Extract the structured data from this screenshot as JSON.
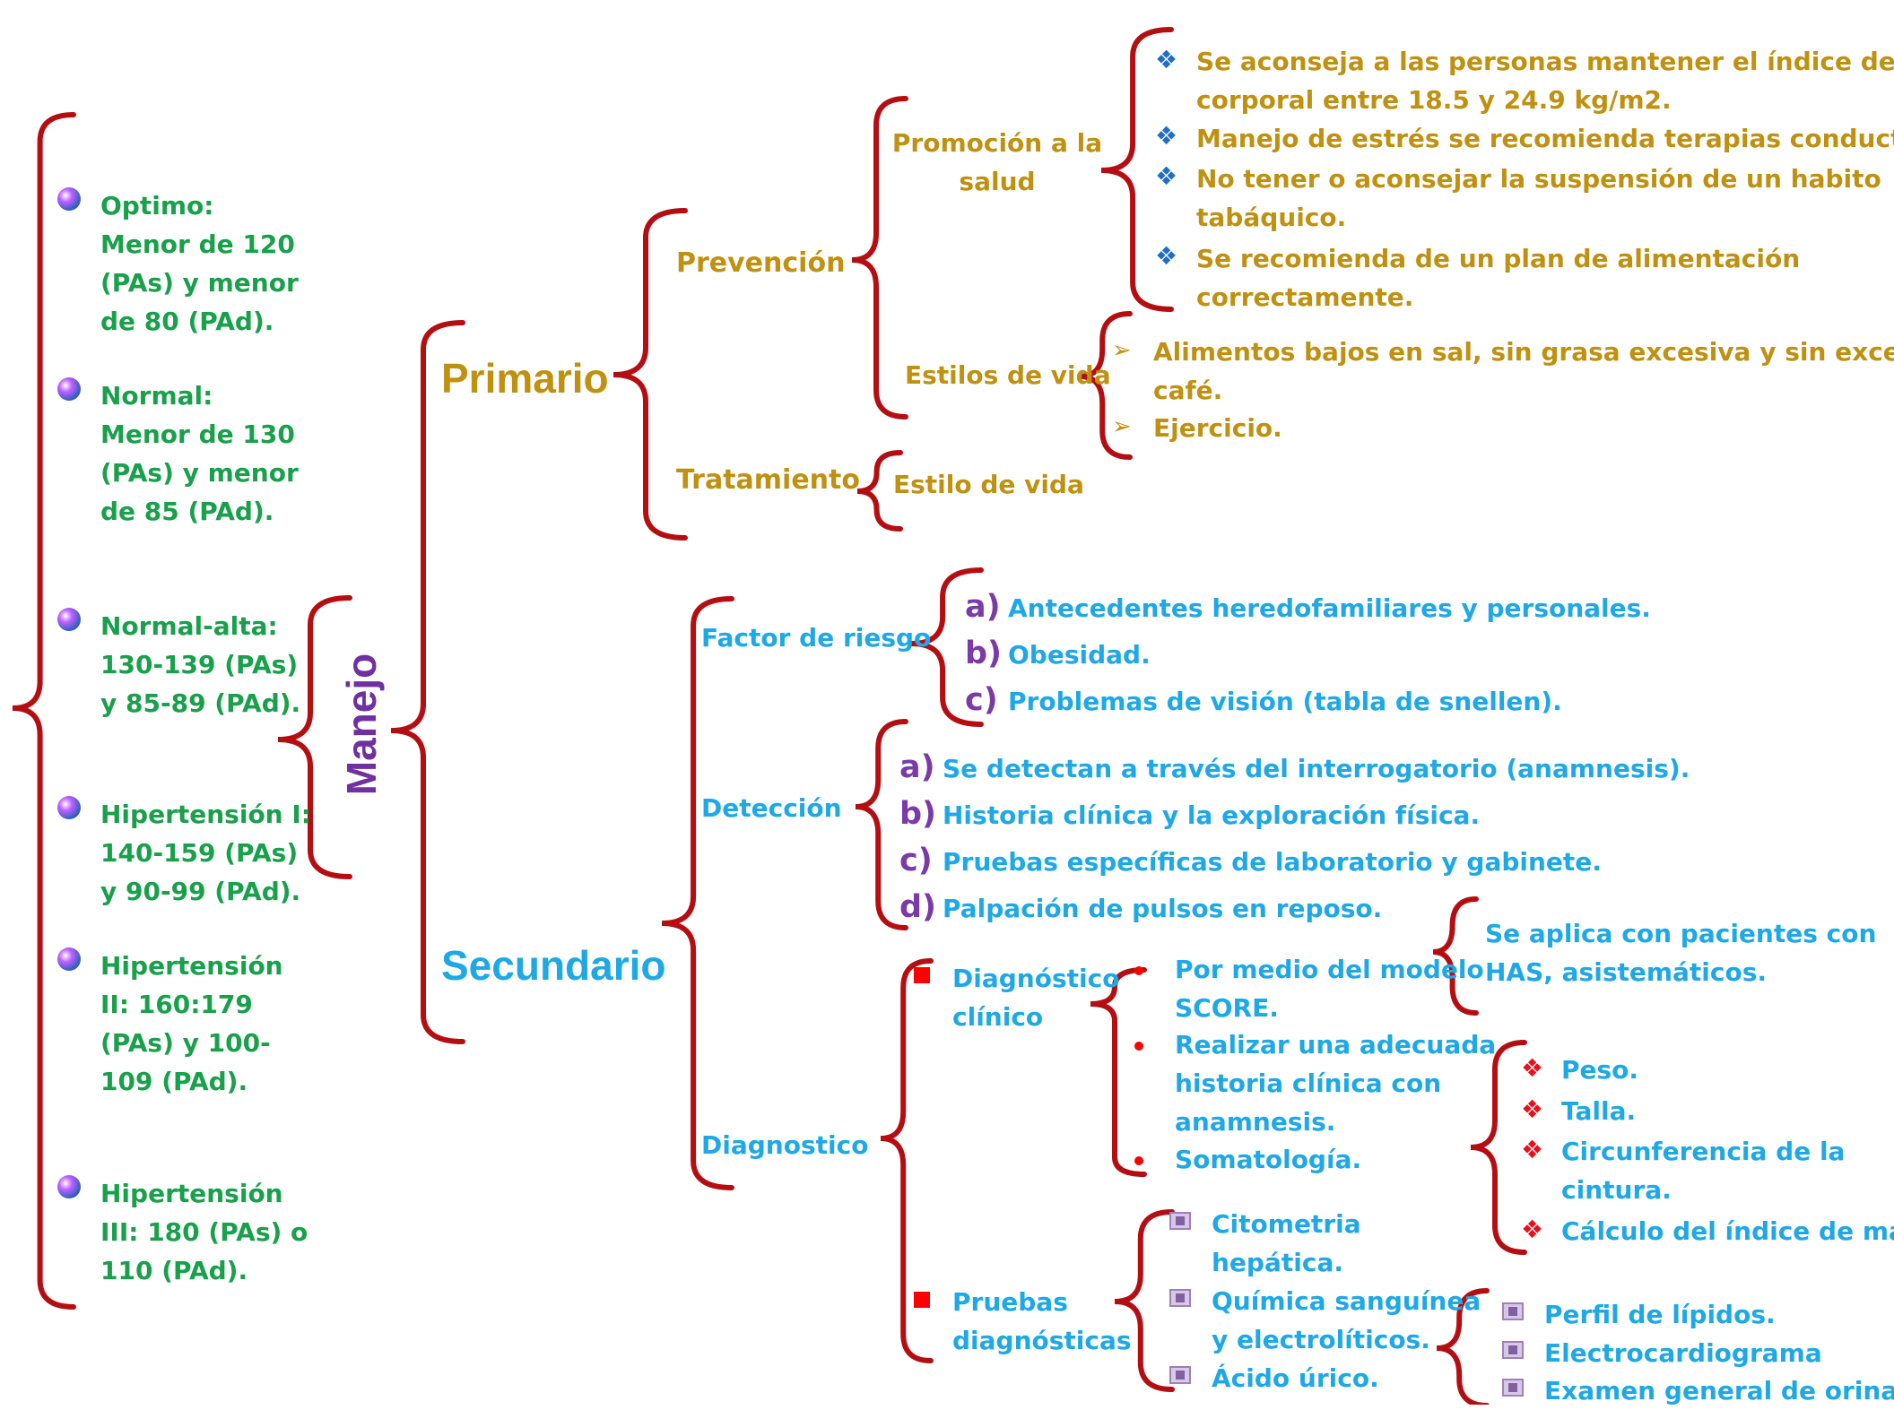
{
  "colors": {
    "brace": "#b50e12",
    "green": "#18a04a",
    "gold": "#c09010",
    "blue": "#1ea8e6",
    "purple": "#7030a0",
    "red": "#ff0000"
  },
  "classification": [
    {
      "icon": "orb-icon",
      "lines": [
        "Optimo:",
        "Menor de 120",
        "(PAs) y menor",
        "de 80 (PAd)."
      ]
    },
    {
      "icon": "orb-icon",
      "lines": [
        "Normal:",
        "Menor de 130",
        "(PAs) y menor",
        "de 85 (PAd)."
      ]
    },
    {
      "icon": "orb-icon",
      "lines": [
        "Normal-alta:",
        "130-139 (PAs)",
        "y 85-89 (PAd)."
      ]
    },
    {
      "icon": "orb-icon",
      "lines": [
        "Hipertensión I:",
        "140-159 (PAs)",
        "y 90-99 (PAd)."
      ]
    },
    {
      "icon": "orb-icon",
      "lines": [
        "Hipertensión",
        "II: 160:179",
        "(PAs) y 100-",
        "109 (PAd)."
      ]
    },
    {
      "icon": "orb-icon",
      "lines": [
        "Hipertensión",
        "III: 180 (PAs) o",
        "110 (PAd)."
      ]
    }
  ],
  "manejo": "Manejo",
  "primario": {
    "title": "Primario",
    "prevencion": {
      "title": "Prevención",
      "promocion": {
        "title": [
          "Promoción a la",
          "salud"
        ],
        "items": [
          {
            "icon": "diamond-icon",
            "lines": [
              "Se aconseja a las personas mantener el índice de masa",
              "corporal entre 18.5 y 24.9 kg/m2."
            ]
          },
          {
            "icon": "diamond-icon",
            "lines": [
              "Manejo de estrés se recomienda terapias conductuales."
            ]
          },
          {
            "icon": "diamond-icon",
            "lines": [
              "No tener o aconsejar la suspensión de un habito",
              "tabáquico."
            ]
          },
          {
            "icon": "diamond-icon",
            "lines": [
              "Se recomienda de un plan de alimentación",
              "correctamente."
            ]
          }
        ]
      },
      "estilos": {
        "title": "Estilos de vida",
        "items": [
          {
            "icon": "arrow-icon",
            "lines": [
              "Alimentos bajos en sal, sin grasa excesiva y sin exceso de",
              "café."
            ]
          },
          {
            "icon": "arrow-icon",
            "lines": [
              "Ejercicio."
            ]
          }
        ]
      }
    },
    "tratamiento": {
      "title": "Tratamiento",
      "item": "Estilo de vida"
    }
  },
  "secundario": {
    "title": "Secundario",
    "factor": {
      "title": "Factor de riesgo",
      "items": [
        {
          "label": "a)",
          "text": "Antecedentes heredofamiliares y personales."
        },
        {
          "label": "b)",
          "text": "Obesidad."
        },
        {
          "label": "c)",
          "text": "Problemas de visión (tabla de snellen)."
        }
      ]
    },
    "deteccion": {
      "title": "Detección",
      "items": [
        {
          "label": "a)",
          "text": "Se detectan a través del interrogatorio (anamnesis)."
        },
        {
          "label": "b)",
          "text": "Historia clínica y la exploración física."
        },
        {
          "label": "c)",
          "text": "Pruebas específicas de laboratorio y gabinete."
        },
        {
          "label": "d)",
          "text": "Palpación de pulsos en reposo."
        }
      ]
    },
    "diagnostico": {
      "title": "Diagnostico",
      "clinico": {
        "title": [
          "Diagnóstico",
          "clínico"
        ],
        "items": [
          {
            "lines": [
              "Por medio del modelo",
              "SCORE."
            ]
          },
          {
            "lines": [
              "Realizar una adecuada",
              "historia clínica con",
              "anamnesis."
            ]
          },
          {
            "lines": [
              "Somatología."
            ]
          }
        ],
        "score_note": [
          "Se aplica con pacientes con",
          "HAS, asistemáticos."
        ],
        "somatologia": [
          {
            "lines": [
              "Peso."
            ]
          },
          {
            "lines": [
              "Talla."
            ]
          },
          {
            "lines": [
              "Circunferencia de la",
              "cintura."
            ]
          },
          {
            "lines": [
              "Cálculo del índice de masa"
            ]
          }
        ]
      },
      "pruebas": {
        "title": [
          "Pruebas",
          "diagnósticas"
        ],
        "items": [
          {
            "lines": [
              "Citometria",
              "hepática."
            ]
          },
          {
            "lines": [
              "Química sanguínea",
              "y electrolíticos."
            ]
          },
          {
            "lines": [
              "Ácido úrico."
            ]
          }
        ],
        "extra": [
          {
            "lines": [
              "Perfil de lípidos."
            ]
          },
          {
            "lines": [
              "Electrocardiograma"
            ]
          },
          {
            "lines": [
              "Examen general de orina."
            ]
          }
        ]
      }
    }
  }
}
